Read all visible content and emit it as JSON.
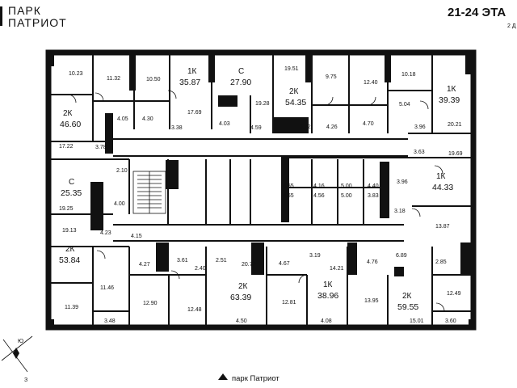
{
  "header": {
    "logo_line1": "ПАРК",
    "logo_line2": "ПАТРИОТ",
    "floors": "21-24 ЭТА",
    "section": "2 Д"
  },
  "footer": {
    "brand": "парк Патриот"
  },
  "compass": {
    "north": "Ю",
    "south": "З"
  },
  "apartments": [
    {
      "type": "2К",
      "area": "46.60"
    },
    {
      "type": "1К",
      "area": "35.87"
    },
    {
      "type": "С",
      "area": "27.90"
    },
    {
      "type": "2К",
      "area": "54.35"
    },
    {
      "type": "1К",
      "area": "39.39"
    },
    {
      "type": "С",
      "area": "25.35"
    },
    {
      "type": "1К",
      "area": "44.33"
    },
    {
      "type": "2К",
      "area": "53.84"
    },
    {
      "type": "2К",
      "area": "63.39"
    },
    {
      "type": "1К",
      "area": "38.96"
    },
    {
      "type": "2К",
      "area": "59.55"
    }
  ],
  "rooms": [
    "10.23",
    "11.32",
    "10.50",
    "19.51",
    "9.75",
    "12.40",
    "10.18",
    "17.69",
    "19.28",
    "5.04",
    "4.05",
    "4.30",
    "3.38",
    "4.03",
    "4.59",
    "3.72",
    "4.26",
    "4.70",
    "3.96",
    "20.21",
    "17.22",
    "3.78",
    "3.63",
    "19.69",
    "2.10",
    "4.16",
    "5.00",
    "4.40",
    "3.96",
    "4.55",
    "4.55",
    "4.56",
    "5.00",
    "3.83",
    "4.00",
    "19.25",
    "3.18",
    "19.13",
    "13.87",
    "4.23",
    "4.15",
    "4.27",
    "3.61",
    "2.40",
    "2.51",
    "20.72",
    "4.67",
    "3.19",
    "14.21",
    "4.76",
    "6.89",
    "2.85",
    "11.46",
    "12.49",
    "11.39",
    "12.90",
    "12.48",
    "12.81",
    "13.95",
    "3.48",
    "4.50",
    "4.08",
    "15.01",
    "3.60"
  ]
}
